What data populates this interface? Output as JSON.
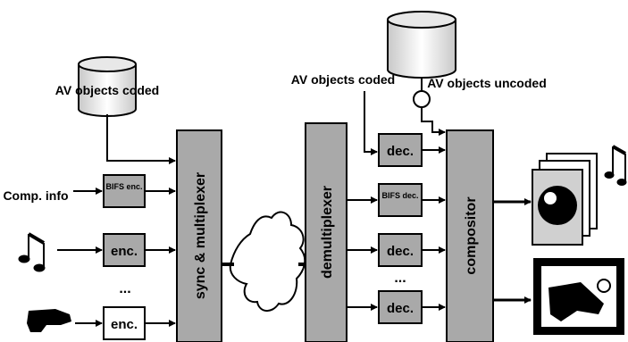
{
  "labels": {
    "av_objects_coded_left": "AV objects coded",
    "av_objects_coded_right": "AV objects coded",
    "av_objects_uncoded": "AV objects uncoded",
    "comp_info": "Comp. info",
    "bifs_enc": "BIFS enc.",
    "bifs_dec": "BIFS dec.",
    "enc": "enc.",
    "dec": "dec.",
    "ellipsis": "...",
    "sync_multiplexer": "sync & multiplexer",
    "demultiplexer": "demultiplexer",
    "compositor": "compositor"
  },
  "colors": {
    "ink": "#000000",
    "paper": "#ffffff",
    "gray_fill": "#a9a9a9"
  }
}
